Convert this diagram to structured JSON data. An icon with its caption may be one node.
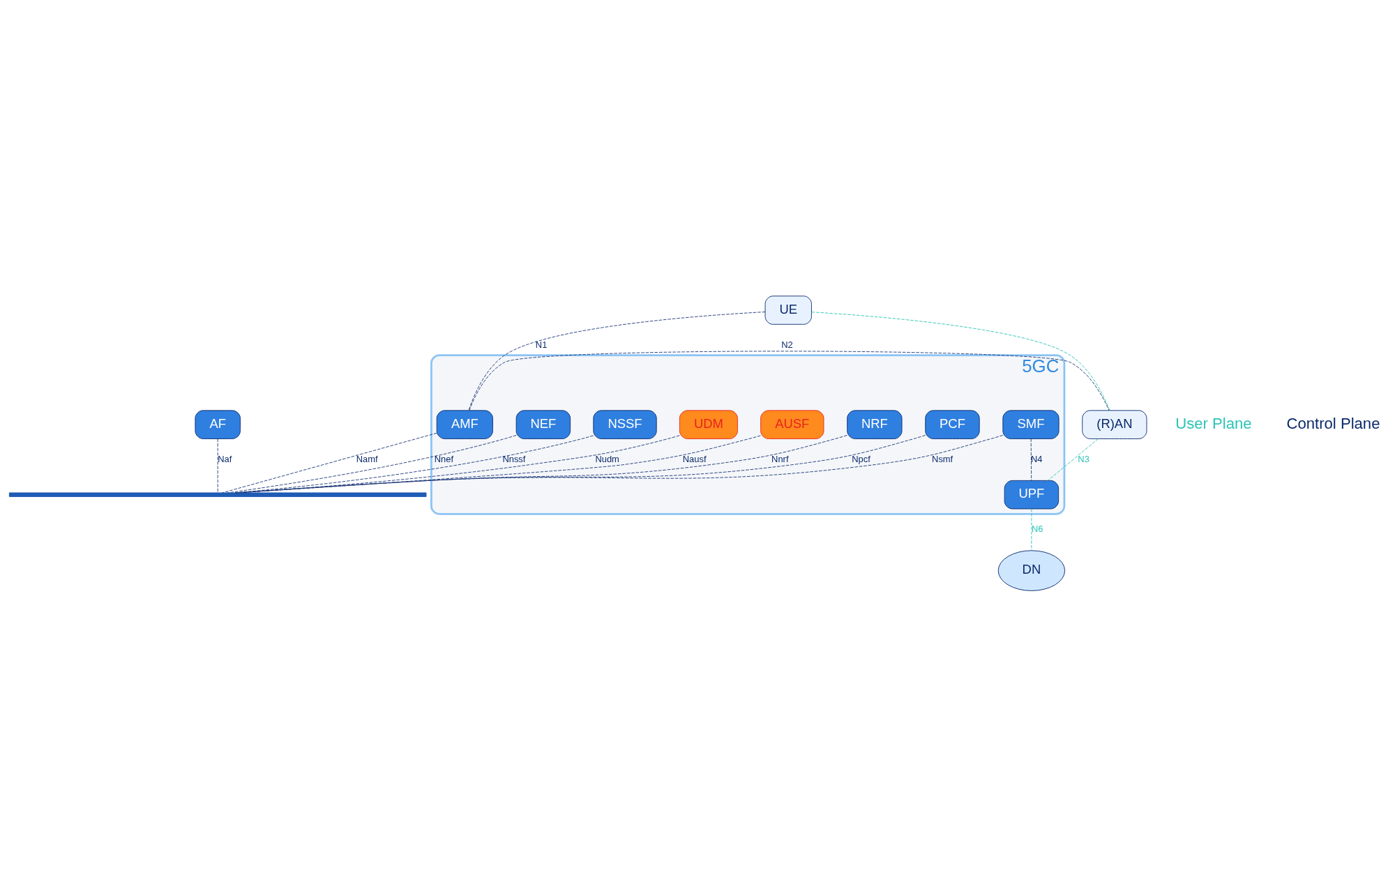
{
  "diagram": {
    "nodes": [
      {
        "text": [
          "5GC"
        ]
      },
      {
        "text": [
          "NSSF"
        ],
        "in": 0
      },
      {
        "text": [
          "UDM"
        ],
        "in": 0
      },
      {
        "text": [
          "AUSF"
        ],
        "in": 0
      },
      {
        "text": [
          "NRF"
        ],
        "in": 0
      },
      {
        "text": [
          "PCF"
        ],
        "in": 0
      },
      {
        "text": [
          "AMF"
        ],
        "in": 0
      },
      {
        "text": [
          "SMF"
        ],
        "in": 0
      },
      {
        "text": [
          "NEF"
        ],
        "in": 0
      },
      {
        "text": [
          "UPF"
        ],
        "in": 0
      },
      {
        "text": [
          "AF"
        ]
      },
      {
        "text": [
          "UE"
        ]
      },
      {
        "text": [
          "(R)AN"
        ]
      },
      {
        "text": [
          "DN"
        ]
      },
      {
        "text": [],
        "shape": "bar"
      }
    ],
    "edges": [
      {
        "from": 1,
        "to": 14,
        "arrow": "none",
        "label": "Nnssf",
        "style": "dashed"
      },
      {
        "from": 2,
        "to": 14,
        "arrow": "none",
        "label": "Nudm",
        "style": "dashed"
      },
      {
        "from": 3,
        "to": 14,
        "arrow": "none",
        "label": "Nausf",
        "style": "dashed"
      },
      {
        "from": 4,
        "to": 14,
        "arrow": "none",
        "label": "Nnrf",
        "style": "dashed"
      },
      {
        "from": 5,
        "to": 14,
        "arrow": "none",
        "label": "Npcf",
        "style": "dashed"
      },
      {
        "from": 6,
        "to": 14,
        "arrow": "none",
        "label": "Namf",
        "style": "dashed"
      },
      {
        "from": 7,
        "to": 14,
        "arrow": "none",
        "label": "Nsmf",
        "style": "dashed"
      },
      {
        "from": 8,
        "to": 14,
        "arrow": "none",
        "label": "Nnef",
        "style": "dashed"
      },
      {
        "from": 10,
        "to": 14,
        "arrow": "none",
        "label": "Naf",
        "style": "dashed"
      },
      {
        "from": 11,
        "to": 6,
        "arrow": "none",
        "label": "N1",
        "style": "dashed"
      },
      {
        "from": 6,
        "to": 12,
        "arrow": "none",
        "label": "N2",
        "style": "dashed"
      },
      {
        "from": 7,
        "to": 9,
        "arrow": "none",
        "label": "N4",
        "style": "dashed"
      },
      {
        "from": 11,
        "to": 12,
        "arrow": "none",
        "style": "dashed",
        "color": "#2ec4b6"
      },
      {
        "from": 12,
        "to": 9,
        "arrow": "none",
        "label": "N3",
        "style": "dashed",
        "color": "#2ec4b6"
      },
      {
        "from": 9,
        "to": 13,
        "arrow": "none",
        "label": "N6",
        "style": "dashed",
        "color": "#2ec4b6"
      }
    ],
    "legend": [
      {
        "text": "User Plane"
      },
      {
        "text": "Control Plane"
      }
    ]
  }
}
